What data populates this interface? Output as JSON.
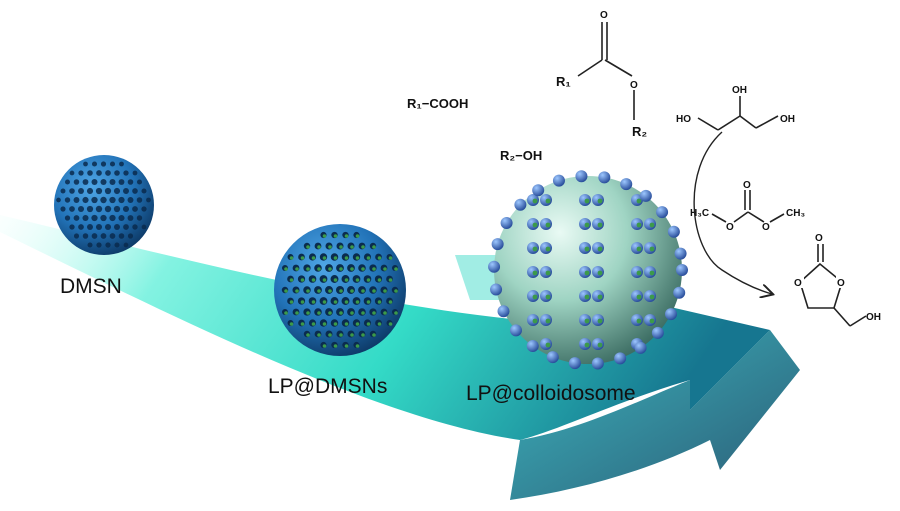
{
  "labels": {
    "dmsn": "DMSN",
    "lp_dmsns": "LP@DMSNs",
    "lp_colloidosome": "LP@colloidosome"
  },
  "chem": {
    "acid": "R₁−COOH",
    "alcohol": "R₂−OH",
    "ester_r1": "R₁",
    "ester_r2": "R₂",
    "ester_o_carbonyl": "O",
    "ester_o_ether": "O",
    "glycerol_ho_left": "HO",
    "glycerol_oh_top": "OH",
    "glycerol_oh_right": "OH",
    "dmc_h3c": "H₃C",
    "dmc_ch3": "CH₃",
    "dmc_o_top": "O",
    "dmc_o_left": "O",
    "dmc_o_right": "O",
    "gc_o_top": "O",
    "gc_o_left": "O",
    "gc_o_right": "O",
    "gc_oh": "OH"
  },
  "colors": {
    "arrow_teal": "#2fe0c8",
    "arrow_dark": "#0c6f88",
    "sphere_blue": "#2a7fc4",
    "sphere_dark": "#0d3f73",
    "colloidosome": "#8fc9b8",
    "enzyme_green": "#3c9a4a"
  }
}
